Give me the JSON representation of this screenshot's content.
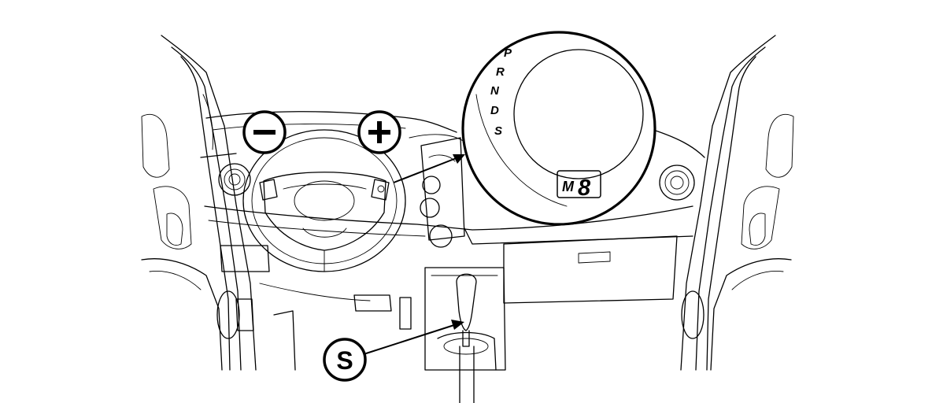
{
  "callouts": {
    "minus_symbol": "−",
    "plus_symbol": "+",
    "s_label": "S"
  },
  "inset": {
    "gear_letters": [
      "P",
      "R",
      "N",
      "D",
      "S"
    ],
    "mode_letter": "M",
    "gear_digit": "8"
  },
  "colors": {
    "line": "#000000",
    "background": "#ffffff"
  }
}
